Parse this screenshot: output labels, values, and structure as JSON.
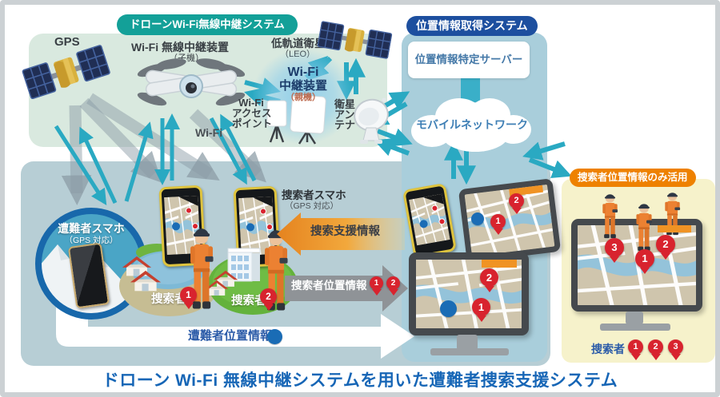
{
  "caption": "ドローン Wi-Fi 無線中継システムを用いた遭難者捜索支援システム",
  "colors": {
    "teal_badge": "#13a098",
    "navy_badge": "#1d4f9f",
    "orange_badge": "#ee8100",
    "caption_blue": "#1766b6",
    "pin_red": "#d8232e",
    "dot_blue": "#1a6cb5",
    "arrow_teal": "#2aa9c2"
  },
  "drone_system": {
    "badge": "ドローンWi-Fi無線中継システム",
    "gps_label": "GPS",
    "drone_label": "Wi-Fi 無線中継装置",
    "drone_sublabel": "（子機）",
    "leo_label": "低軌道衛星",
    "leo_sublabel": "（LEO）",
    "relay_line1": "Wi-Fi",
    "relay_line2": "中継装置",
    "relay_sublabel": "（親機）",
    "ap_line1": "Wi-Fi",
    "ap_line2": "アクセス",
    "ap_line3": "ポイント",
    "antenna_line1": "衛星",
    "antenna_line2": "アン",
    "antenna_line3": "テナ",
    "wifi_label": "Wi-Fi"
  },
  "location_system": {
    "badge": "位置情報取得システム",
    "server": "位置情報特定サーバー",
    "network": "モバイルネットワーク"
  },
  "ground": {
    "victim_label": "遭難者スマホ",
    "victim_sublabel": "（GPS 対応）",
    "searcher1_label": "捜索者",
    "searcher1_pin": "1",
    "searcher2_label": "捜索者",
    "searcher2_pin": "2",
    "searcher_phone_label": "捜索者スマホ",
    "searcher_phone_sublabel": "（GPS 対応）",
    "support_arrow": "捜索支援情報",
    "location_arrow": "捜索者位置情報",
    "location_arrow_pins": [
      "1",
      "2"
    ],
    "victim_band": "遭難者位置情報",
    "tablet_pins": [
      "2",
      "1"
    ],
    "monitor_pins": [
      "2",
      "1"
    ]
  },
  "right_panel": {
    "badge": "捜索者位置情報のみ活用",
    "map_pins": [
      "3",
      "1",
      "2"
    ],
    "legend_label": "捜索者",
    "legend_pins": [
      "1",
      "2",
      "3"
    ]
  }
}
